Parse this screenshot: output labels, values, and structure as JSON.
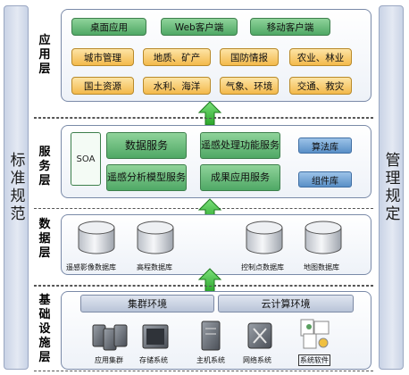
{
  "left_sidebar": {
    "label": "标准规范"
  },
  "right_sidebar": {
    "label": "管理规定"
  },
  "layers": {
    "application": {
      "label": "应用层",
      "rows": [
        [
          "桌面应用",
          "Web客户端",
          "移动客户端"
        ],
        [
          "城市管理",
          "地质、矿产",
          "国防情报",
          "农业、林业"
        ],
        [
          "国土资源",
          "水利、海洋",
          "气象、环境",
          "交通、救灾"
        ]
      ]
    },
    "service": {
      "label": "服务层",
      "soa": "SOA",
      "services": [
        "数据服务",
        "遥感处理功能服务",
        "遥感分析模型服务",
        "成果应用服务"
      ],
      "libraries": [
        "算法库",
        "组件库"
      ]
    },
    "data": {
      "label": "数据层",
      "databases": [
        "遥感影像数据库",
        "高程数据库",
        "控制点数据库",
        "地图数据库"
      ]
    },
    "infrastructure": {
      "label": "基础设施层",
      "environments": [
        "集群环境",
        "云计算环境"
      ],
      "hardware": [
        "应用集群",
        "存储系统",
        "主机系统",
        "网络系统",
        "系统软件"
      ]
    }
  },
  "colors": {
    "green": "#4fa865",
    "orange": "#f3b94b",
    "blue": "#5a8fc7",
    "arrow": "#3fbf3f"
  }
}
